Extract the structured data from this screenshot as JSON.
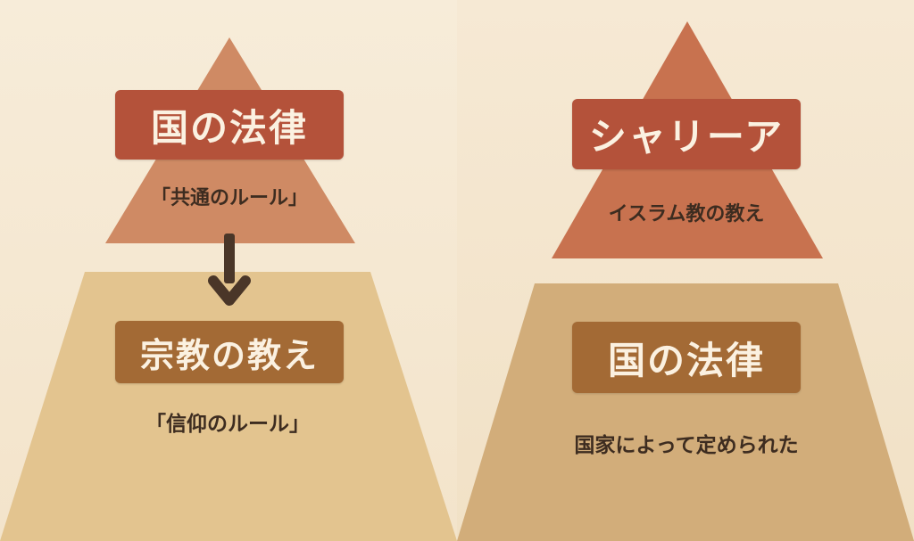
{
  "left": {
    "top_label": "国の法律",
    "top_caption": "「共通のルール」",
    "bottom_label": "宗教の教え",
    "bottom_caption": "「信仰のルール」"
  },
  "right": {
    "top_label": "シャリーア",
    "top_caption": "イスラム教の教え",
    "bottom_label": "国の法律",
    "bottom_caption": "国家によって定められた"
  },
  "colors": {
    "triangle_left": "#cf8a64",
    "triangle_right": "#c8724f",
    "trapezoid_left": "#e3c48f",
    "trapezoid_right": "#d2ad7a",
    "label_red": "#b4523a",
    "label_brown": "#a36a35",
    "arrow": "#4a3628"
  },
  "icons": {
    "arrow": "arrow-down-icon"
  }
}
